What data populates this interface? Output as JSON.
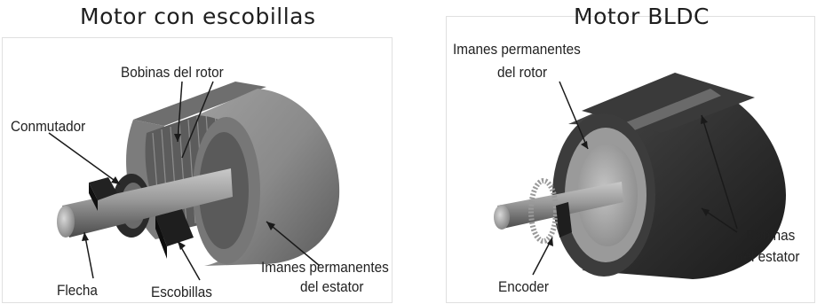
{
  "left_panel": {
    "title": "Motor con escobillas",
    "labels": {
      "rotor_coils": "Bobinas del rotor",
      "commutator": "Conmutador",
      "shaft": "Flecha",
      "brushes": "Escobillas",
      "stator_magnets_1": "Imanes permanentes",
      "stator_magnets_2": "del estator"
    }
  },
  "right_panel": {
    "title": "Motor BLDC",
    "labels": {
      "rotor_magnets_1": "Imanes permanentes",
      "rotor_magnets_2": "del rotor",
      "encoder": "Encoder",
      "stator_coils_1": "Bobinas",
      "stator_coils_2": "del estator"
    }
  }
}
